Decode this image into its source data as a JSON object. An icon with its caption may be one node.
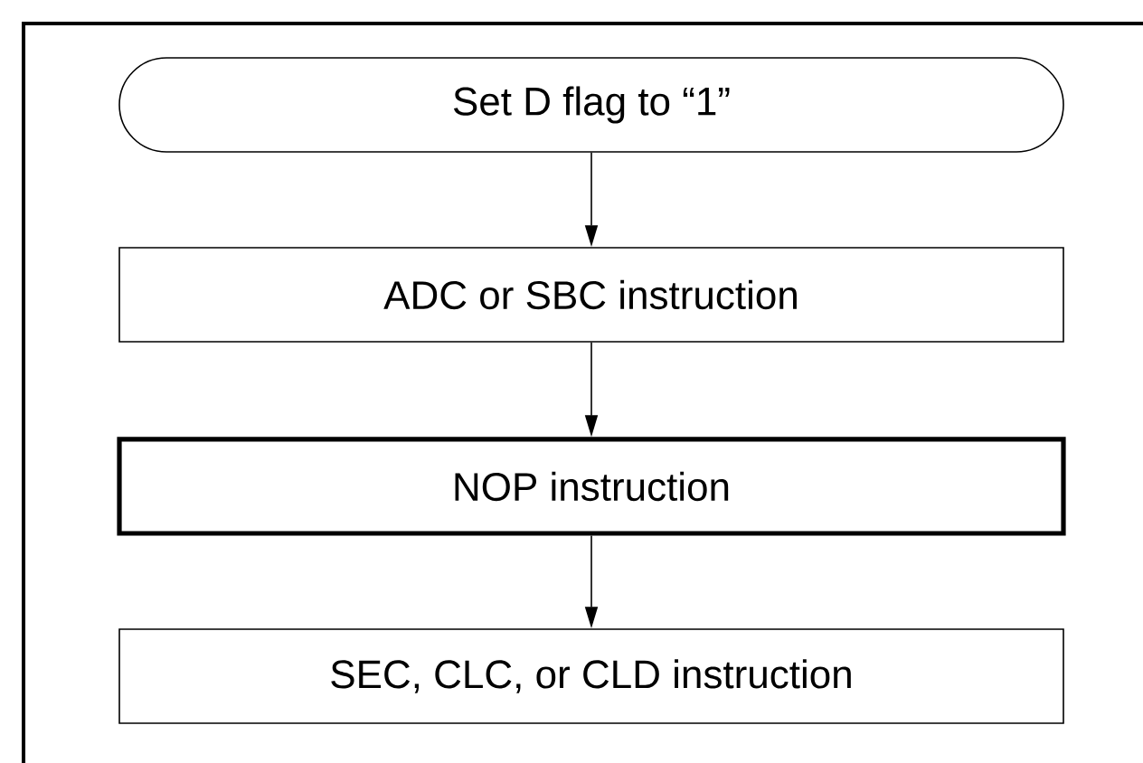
{
  "diagram": {
    "nodes": [
      {
        "text": [
          "Set D flag to “1”"
        ]
      },
      {
        "text": [
          "ADC or SBC instruction"
        ]
      },
      {
        "text": [
          "NOP instruction"
        ]
      },
      {
        "text": [
          "SEC, CLC, or CLD instruction"
        ]
      }
    ],
    "edges": [
      {
        "from": 0,
        "to": 1,
        "arrow": "to"
      },
      {
        "from": 1,
        "to": 2,
        "arrow": "to"
      },
      {
        "from": 2,
        "to": 3,
        "arrow": "to"
      }
    ]
  }
}
